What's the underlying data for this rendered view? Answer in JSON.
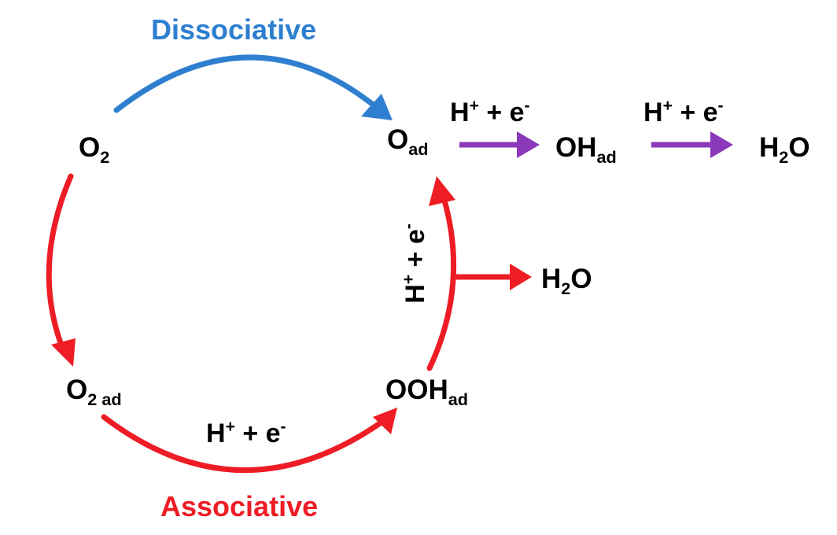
{
  "labels": {
    "dissociative": "Dissociative",
    "associative": "Associative"
  },
  "species": {
    "o2": {
      "main": "O",
      "sub": "2"
    },
    "o_ad": {
      "main": "O",
      "sub": "ad"
    },
    "oh_ad": {
      "main": "OH",
      "sub": "ad"
    },
    "h2o_top": {
      "pre": "H",
      "sub": "2",
      "post": "O"
    },
    "h2o_mid": {
      "pre": "H",
      "sub": "2",
      "post": "O"
    },
    "o2_ad": {
      "main": "O",
      "sub": "2 ad"
    },
    "ooh_ad": {
      "main": "OOH",
      "sub": "ad"
    }
  },
  "step": {
    "h": "H",
    "h_charge": "+",
    "plus": " + ",
    "e": "e",
    "e_charge": "-"
  },
  "colors": {
    "dissociative": "#2f7fd0",
    "associative": "#ee1c25",
    "purple": "#8a3ab8",
    "text": "#000000"
  }
}
